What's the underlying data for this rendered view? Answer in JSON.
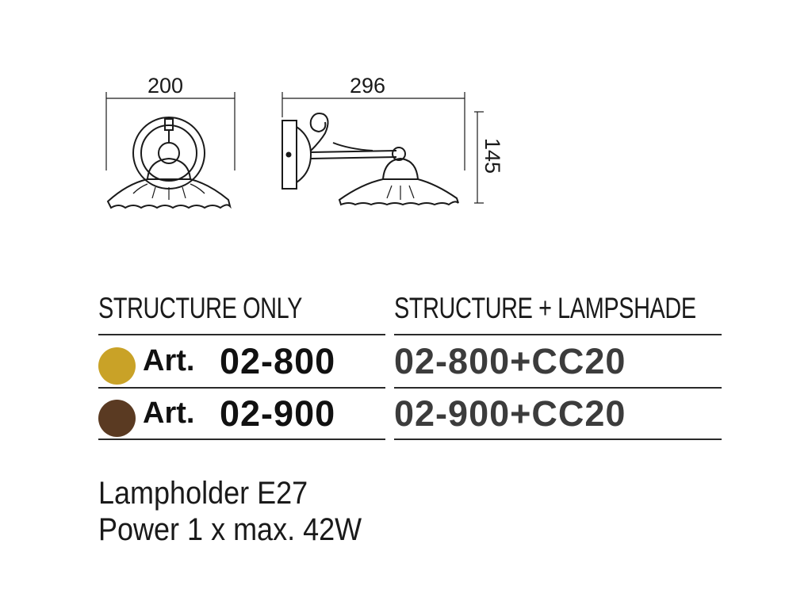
{
  "dimensions": {
    "front_width": "200",
    "side_depth": "296",
    "height": "145"
  },
  "table": {
    "headers": [
      "STRUCTURE ONLY",
      "STRUCTURE + LAMPSHADE"
    ],
    "rows": [
      {
        "swatch_color": "#c9a227",
        "art_label": "Art.",
        "structure_code": "02-800",
        "lampshade_code": "02-800+CC20"
      },
      {
        "swatch_color": "#5a3a22",
        "art_label": "Art.",
        "structure_code": "02-900",
        "lampshade_code": "02-900+CC20"
      }
    ]
  },
  "specs": {
    "lampholder": "Lampholder E27",
    "power": "Power 1 x max. 42W"
  }
}
